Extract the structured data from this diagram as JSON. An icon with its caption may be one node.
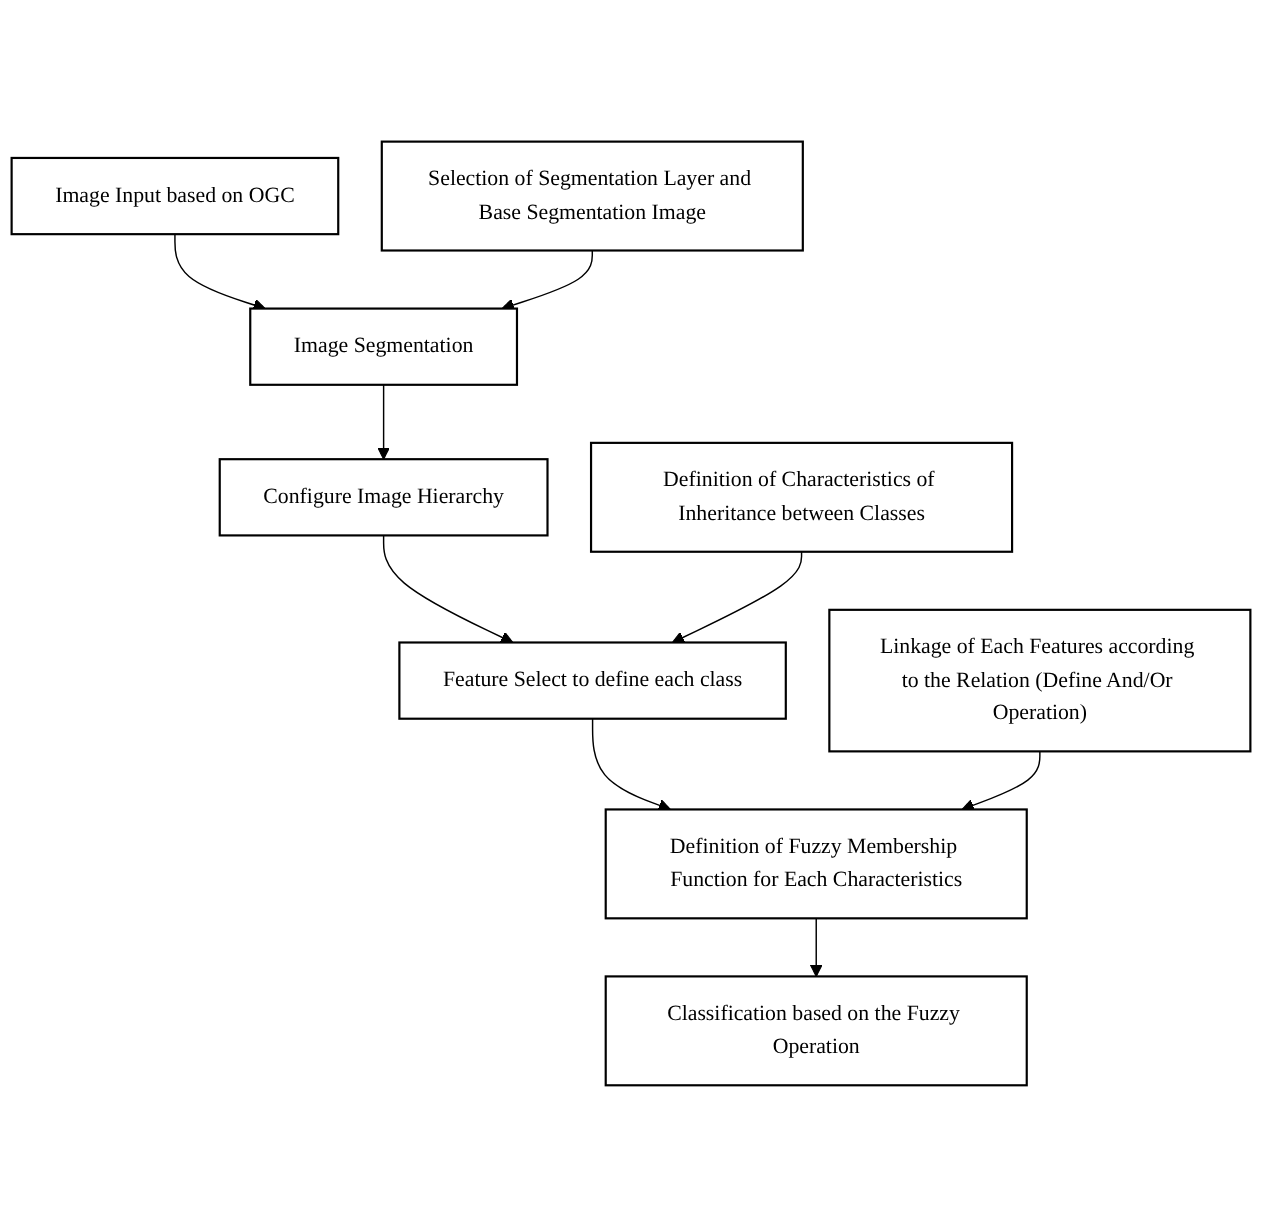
{
  "diagram": {
    "nodes": [
      {
        "text": [
          "Image Input based on OGC"
        ]
      },
      {
        "text": [
          "Selection of Segmentation Layer and Base Segmentation Image"
        ]
      },
      {
        "text": [
          "Image Segmentation"
        ]
      },
      {
        "text": [
          "Configure Image Hierarchy"
        ]
      },
      {
        "text": [
          "Definition of Characteristics of Inheritance between Classes"
        ]
      },
      {
        "text": [
          "Feature Select to define each class"
        ]
      },
      {
        "text": [
          "Linkage of Each Features according to the Relation (Define And/Or Operation)"
        ]
      },
      {
        "text": [
          "Definition of Fuzzy Membership Function for Each Characteristics"
        ]
      },
      {
        "text": [
          "Classification based on the Fuzzy Operation"
        ]
      }
    ],
    "edges": [
      {
        "from": 0,
        "to": 2,
        "arrow": "to"
      },
      {
        "from": 1,
        "to": 2,
        "arrow": "to"
      },
      {
        "from": 2,
        "to": 3,
        "arrow": "to"
      },
      {
        "from": 3,
        "to": 5,
        "arrow": "to"
      },
      {
        "from": 4,
        "to": 5,
        "arrow": "to"
      },
      {
        "from": 5,
        "to": 7,
        "arrow": "to"
      },
      {
        "from": 6,
        "to": 7,
        "arrow": "to"
      },
      {
        "from": 7,
        "to": 8,
        "arrow": "to"
      }
    ]
  }
}
